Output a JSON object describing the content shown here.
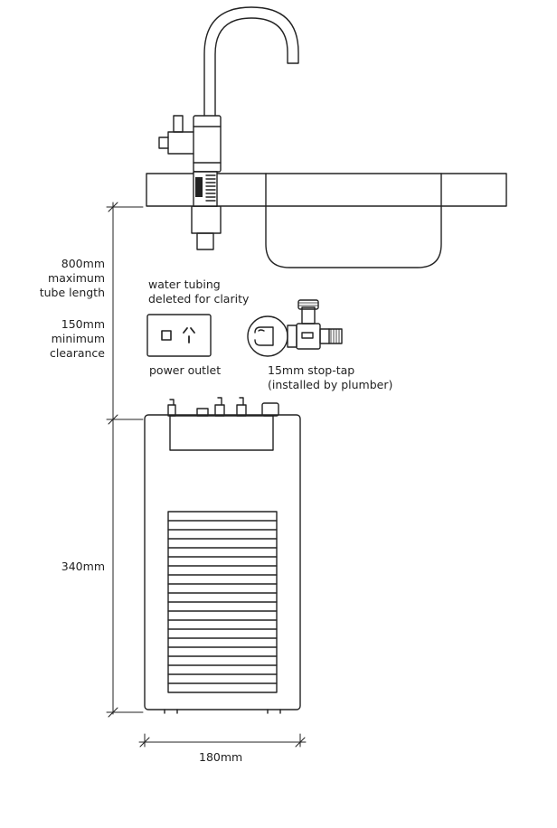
{
  "labels": {
    "tube_length": [
      "800mm",
      "maximum",
      "tube length"
    ],
    "clearance": [
      "150mm",
      "minimum",
      "clearance"
    ],
    "water_tubing_note": [
      "water tubing",
      "deleted for clarity"
    ],
    "power_outlet": "power outlet",
    "stop_tap": [
      "15mm stop-tap",
      "(installed by plumber)"
    ],
    "unit_height": "340mm",
    "unit_width": "180mm"
  },
  "colors": {
    "line": "#222222"
  }
}
